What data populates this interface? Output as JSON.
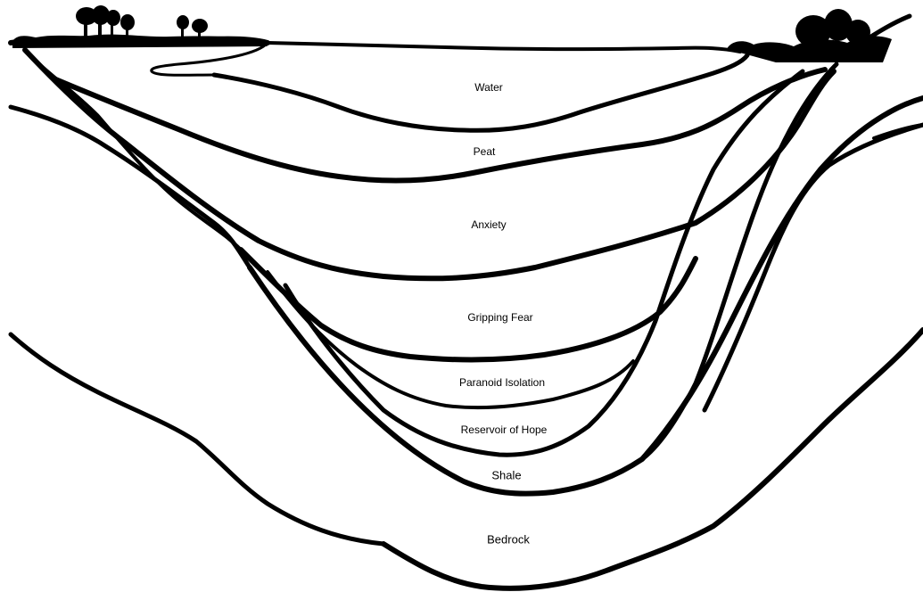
{
  "diagram": {
    "labels": {
      "water": "Water",
      "peat": "Peat",
      "anxiety": "Anxiety",
      "gripping_fear": "Gripping Fear",
      "paranoid_isolation": "Paranoid Isolation",
      "reservoir_of_hope": "Reservoir of Hope",
      "shale": "Shale",
      "bedrock": "Bedrock"
    },
    "colors": {
      "ink": "#000000",
      "paper": "#ffffff"
    }
  }
}
